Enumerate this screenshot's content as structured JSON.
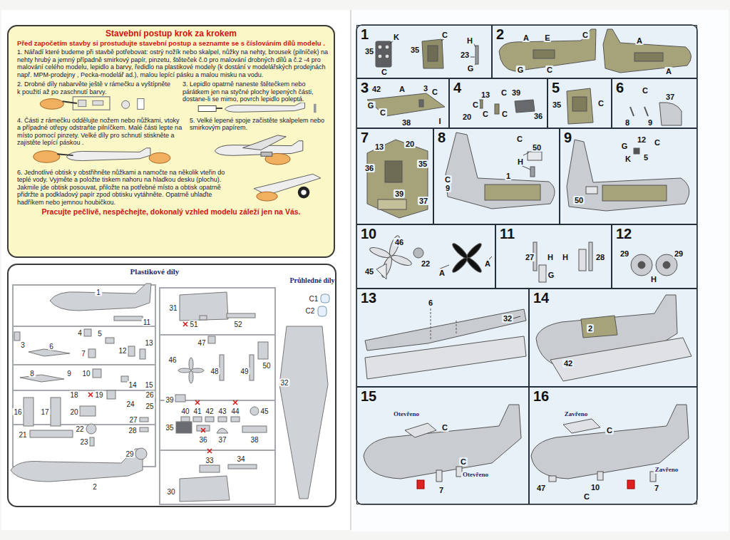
{
  "diagram": {
    "nodes": [
      {
        "text": [
          "Stavební postup krok za krokem",
          "Před započetím stavby si prostudujte stavební postup a seznamte se s číslováním dílů modelu .",
          "1. Nářadí které budeme při stavbě potřebovat: ostrý nožík nebo skalpel, nůžky na nehty, brousek (pilníček) na nehty hrubý a jemný případně smirkový papír, pinzetu, štěteček č.0 pro malování drobných dílů a č.2 -4 pro malování celého modelu, lepidlo a barvy, ředidlo na plastikové modely (k dostání v modelářských prodejnách např. MPM-prodejny , Pecka-modelář ad.), malou lepící pásku a malou misku na vodu.",
          "2. Drobné díly nabarvěte ještě v rámečku a vyštípněte k použití až po zaschnutí barvy.",
          "3. Lepidlo opatrně naneste štětečkem nebo párátkem jen na styčné plochy lepených části, dostane-li se mimo, povrch lepidlo poleptá.",
          "4. Části z rámečku oddělujte nožem nebo nůžkami, vtoky a případné otřepy odstraňte pilníčkem. Malé části lepte na místo pomocí pinzety. Velké díly pro schnutí stiskněte a zajistěte lepící páskou .",
          "5. Velké lepené spoje začistěte skalpelem nebo smirkovým papírem.",
          "6. Jednotlivé obtisk y obstřihněte nůžkami a namočte na několik vteřin do teplé vody. Vyjměte a položte tiskem nahoru na hladkou desku (plochu). Jakmile jde obtisk posouvat, přiložte na potřebné místo a obtisk opatrně přidržte a podkladový papír zpod obtisku vytáhněte. Opatrně uhlaďte hadříkem nebo jemnou houbičkou.",
          "Pracujte pečlivě, nespěchejte, dokonalý vzhled modelu záleží jen na Vás."
        ]
      },
      {
        "text": [
          "Plastikové díly",
          "Průhledné díly"
        ]
      },
      {
        "text": [
          "1"
        ]
      },
      {
        "text": [
          "2"
        ]
      },
      {
        "text": [
          "3"
        ]
      },
      {
        "text": [
          "4"
        ]
      },
      {
        "text": [
          "5"
        ]
      },
      {
        "text": [
          "6"
        ]
      },
      {
        "text": [
          "7"
        ]
      },
      {
        "text": [
          "8"
        ]
      },
      {
        "text": [
          "9"
        ]
      },
      {
        "text": [
          "10"
        ]
      },
      {
        "text": [
          "11"
        ]
      },
      {
        "text": [
          "12"
        ]
      },
      {
        "text": [
          "13"
        ]
      },
      {
        "text": [
          "14"
        ]
      },
      {
        "text": [
          "15"
        ]
      },
      {
        "text": [
          "16"
        ]
      }
    ],
    "labels": [
      "1",
      "11",
      "3",
      "4",
      "5",
      "6",
      "7",
      "12",
      "13",
      "8",
      "9",
      "10",
      "14",
      "15",
      "18",
      "19",
      "26",
      "16",
      "17",
      "20",
      "24",
      "25",
      "27",
      "21",
      "22",
      "28",
      "23",
      "29",
      "2",
      "31",
      "51",
      "52",
      "47",
      "46",
      "48",
      "49",
      "50",
      "32",
      "39",
      "40",
      "41",
      "42",
      "43",
      "44",
      "45",
      "35",
      "36",
      "37",
      "38",
      "33",
      "34",
      "30",
      "C1",
      "C2",
      "35",
      "K",
      "C",
      "35",
      "C",
      "H",
      "23",
      "G",
      "A",
      "E",
      "C",
      "A",
      "G",
      "C",
      "A",
      "42",
      "A",
      "3",
      "C",
      "G",
      "C",
      "38",
      "I",
      "13",
      "C",
      "20",
      "C",
      "C",
      "39",
      "C",
      "36",
      "35",
      "C",
      "C",
      "37",
      "8",
      "9",
      "13",
      "20",
      "36",
      "35",
      "39",
      "37",
      "C",
      "50",
      "H",
      "C",
      "9",
      "1",
      "G",
      "12",
      "C",
      "K",
      "5",
      "50",
      "46",
      "22",
      "45",
      "A",
      "A",
      "27",
      "H",
      "G",
      "H",
      "28",
      "29",
      "29",
      "H",
      "6",
      "32",
      "2",
      "42",
      "Otevřeno",
      "C",
      "C",
      "Otevřeno",
      "7",
      "Zavřeno",
      "C",
      "Zavřeno",
      "47",
      "C",
      "10",
      "7"
    ]
  }
}
